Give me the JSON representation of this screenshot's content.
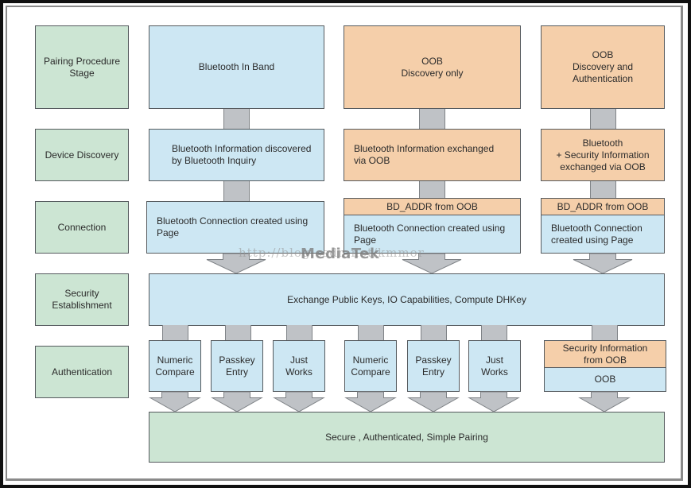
{
  "stages": [
    {
      "label": "Pairing Procedure\nStage"
    },
    {
      "label": "Device Discovery"
    },
    {
      "label": "Connection"
    },
    {
      "label": "Security\nEstablishment"
    },
    {
      "label": "Authentication"
    }
  ],
  "columns": {
    "in_band": {
      "header": "Bluetooth In Band",
      "discovery": "Bluetooth Information discovered\nby Bluetooth Inquiry",
      "connection": "Bluetooth Connection created using\nPage"
    },
    "oob_discovery": {
      "header": "OOB\nDiscovery only",
      "discovery": "Bluetooth Information exchanged\nvia OOB",
      "connection_top": "BD_ADDR from OOB",
      "connection_bottom": "Bluetooth Connection created using\nPage"
    },
    "oob_auth": {
      "header": "OOB\nDiscovery and\nAuthentication",
      "discovery": "Bluetooth\n+ Security Information\nexchanged via OOB",
      "connection_top": "BD_ADDR from OOB",
      "connection_bottom": "Bluetooth Connection\ncreated using Page"
    }
  },
  "security": {
    "label": "Exchange Public Keys, IO Capabilities, Compute DHKey"
  },
  "auth_methods": [
    {
      "label": "Numeric\nCompare"
    },
    {
      "label": "Passkey\nEntry"
    },
    {
      "label": "Just\nWorks"
    },
    {
      "label": "Numeric\nCompare"
    },
    {
      "label": "Passkey\nEntry"
    },
    {
      "label": "Just\nWorks"
    }
  ],
  "oob_auth_method": {
    "top": "Security Information\nfrom OOB",
    "bottom": "OOB"
  },
  "result": {
    "label": "Secure , Authenticated, Simple Pairing"
  },
  "watermark": {
    "url": "http://blog.csdn.net/kmmor",
    "brand": "MediaTek"
  },
  "colors": {
    "stage_green": "#cce5d3",
    "in_band_blue": "#cde7f3",
    "oob_orange": "#f5cfaa",
    "connector_gray": "#bfc2c6"
  }
}
